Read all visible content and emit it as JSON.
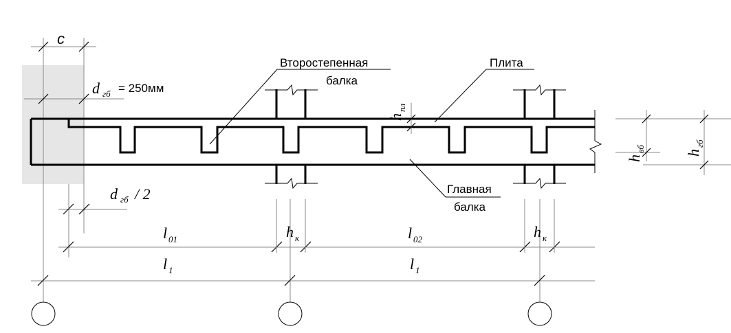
{
  "labels": {
    "secondary_beam_line1": "Второстепенная",
    "secondary_beam_line2": "балка",
    "slab": "Плита",
    "main_beam_line1": "Главная",
    "main_beam_line2": "балка",
    "support_length": "c",
    "wall_width_value": "= 250мм"
  },
  "symbols": {
    "d": "d",
    "d_sub": "гб",
    "half": "/ 2",
    "h": "h",
    "h_pl_sub": "пл",
    "h_vb_sub": "вб",
    "h_gb_sub": "гб",
    "h_k_sub": "к",
    "l": "l",
    "l01_sub": "01",
    "l02_sub": "02",
    "l1_sub": "1"
  },
  "colors": {
    "wall_fill": "#e6e6e6",
    "line": "#000000",
    "dim_line": "#888888"
  }
}
